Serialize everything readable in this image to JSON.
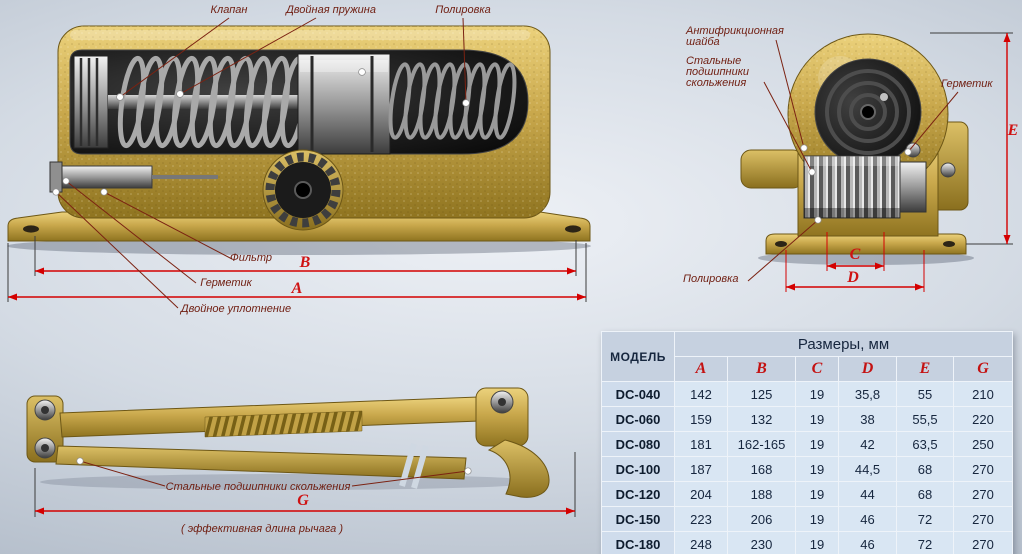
{
  "main_view": {
    "labels": {
      "valve": "Клапан",
      "double_spring": "Двойная пружина",
      "polishing": "Полировка",
      "filter": "Фильтр",
      "sealant": "Герметик",
      "double_seal": "Двойное уплотнение"
    },
    "dimensions": {
      "a": "A",
      "b": "B"
    }
  },
  "end_view": {
    "labels": {
      "antifriction_washer": "Антифрикционная шайба",
      "steel_bearings": "Стальные подшипники скольжения",
      "sealant": "Герметик",
      "polishing": "Полировка"
    },
    "dimensions": {
      "c": "C",
      "d": "D",
      "e": "E"
    }
  },
  "arm_view": {
    "labels": {
      "steel_bearings": "Стальные подшипники скольжения",
      "effective_length": "( эффективная длина рычага )"
    },
    "dimensions": {
      "g": "G"
    }
  },
  "table": {
    "model_header": "МОДЕЛЬ",
    "sizes_header": "Размеры, мм",
    "columns": [
      "A",
      "B",
      "C",
      "D",
      "E",
      "G"
    ],
    "rows": [
      {
        "model": "DC-040",
        "values": [
          "142",
          "125",
          "19",
          "35,8",
          "55",
          "210"
        ]
      },
      {
        "model": "DC-060",
        "values": [
          "159",
          "132",
          "19",
          "38",
          "55,5",
          "220"
        ]
      },
      {
        "model": "DC-080",
        "values": [
          "181",
          "162-165",
          "19",
          "42",
          "63,5",
          "250"
        ]
      },
      {
        "model": "DC-100",
        "values": [
          "187",
          "168",
          "19",
          "44,5",
          "68",
          "270"
        ]
      },
      {
        "model": "DC-120",
        "values": [
          "204",
          "188",
          "19",
          "44",
          "68",
          "270"
        ]
      },
      {
        "model": "DC-150",
        "values": [
          "223",
          "206",
          "19",
          "46",
          "72",
          "270"
        ]
      },
      {
        "model": "DC-180",
        "values": [
          "248",
          "230",
          "19",
          "46",
          "72",
          "270"
        ]
      }
    ]
  },
  "colors": {
    "dimension_red": "#d40000",
    "label_maroon": "#6f1d10",
    "body_gold": "#c9a84c",
    "header_letter_red": "#c41212"
  }
}
